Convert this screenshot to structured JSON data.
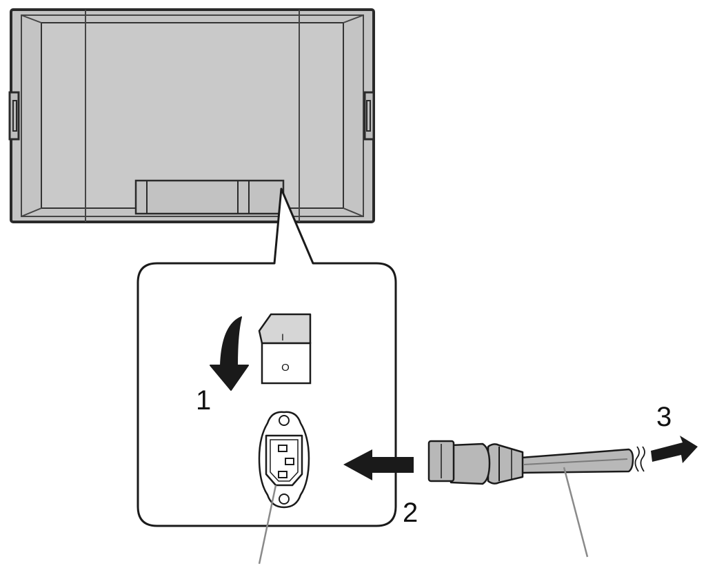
{
  "steps": [
    {
      "number": "1"
    },
    {
      "number": "2"
    },
    {
      "number": "3"
    }
  ],
  "switch_marks": {
    "on": "I",
    "off": "O"
  },
  "colors": {
    "panel_fill": "#c4c4c4",
    "outline": "#2a2a2a",
    "arrow": "#1a1a1a",
    "plug_fill": "#b8b8b8",
    "leader": "#8a8a8a"
  }
}
